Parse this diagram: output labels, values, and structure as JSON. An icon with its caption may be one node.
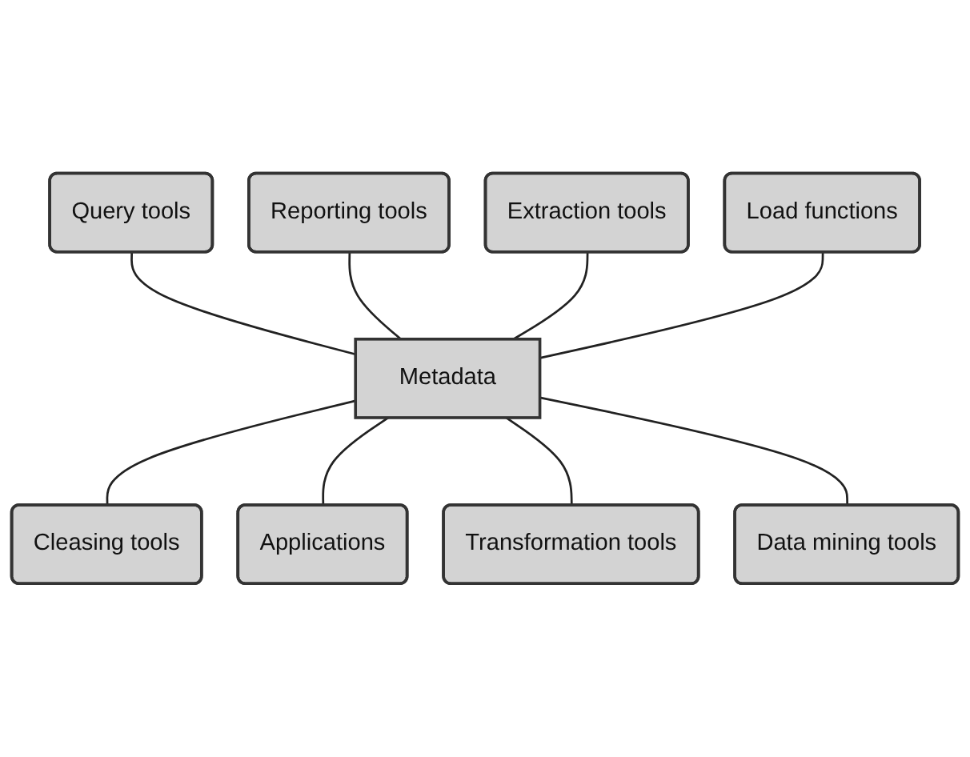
{
  "diagram": {
    "nodes": [
      {
        "text": [
          "Query tools"
        ]
      },
      {
        "text": [
          "Reporting tools"
        ]
      },
      {
        "text": [
          "Extraction tools"
        ]
      },
      {
        "text": [
          "Load functions"
        ]
      },
      {
        "text": [
          "Metadata"
        ]
      },
      {
        "text": [
          "Cleasing tools"
        ]
      },
      {
        "text": [
          "Applications"
        ]
      },
      {
        "text": [
          "Transformation tools"
        ]
      },
      {
        "text": [
          "Data mining tools"
        ]
      }
    ],
    "edges": [
      {
        "from": 0,
        "to": 4,
        "arrow": "none"
      },
      {
        "from": 1,
        "to": 4,
        "arrow": "none"
      },
      {
        "from": 2,
        "to": 4,
        "arrow": "none"
      },
      {
        "from": 3,
        "to": 4,
        "arrow": "none"
      },
      {
        "from": 4,
        "to": 5,
        "arrow": "none"
      },
      {
        "from": 4,
        "to": 6,
        "arrow": "none"
      },
      {
        "from": 4,
        "to": 7,
        "arrow": "none"
      },
      {
        "from": 4,
        "to": 8,
        "arrow": "none"
      }
    ]
  }
}
